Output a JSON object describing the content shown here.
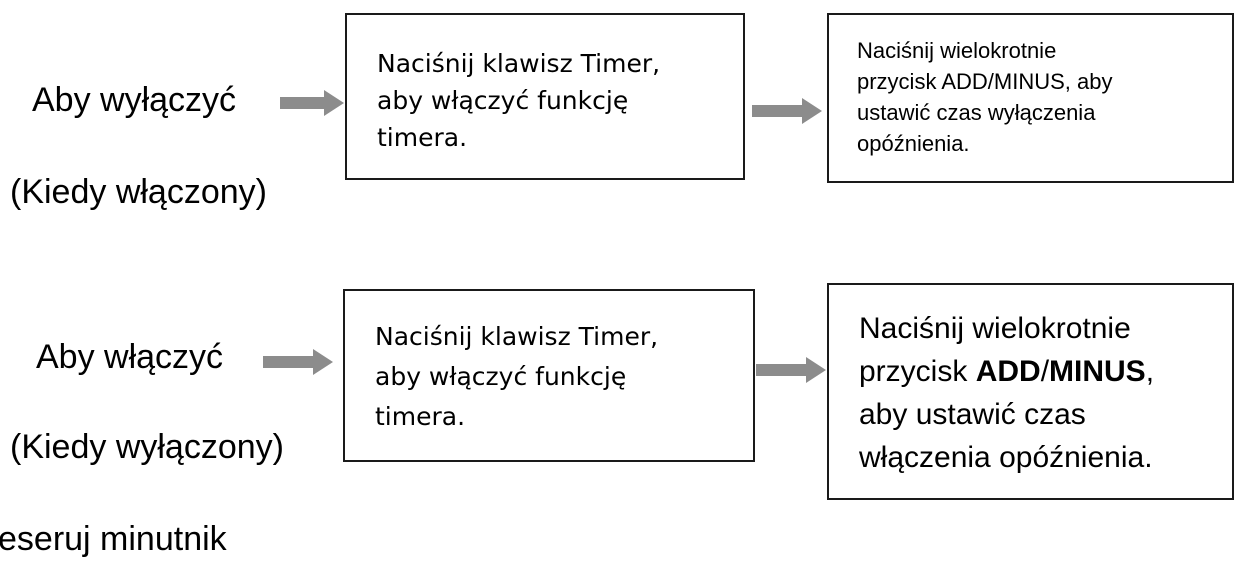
{
  "colors": {
    "arrow": "#8c8c8c",
    "box_border": "#1a1a1a",
    "text": "#000000",
    "background": "#ffffff"
  },
  "row_off": {
    "label_main": "Aby wyłączyć",
    "label_sub": "(Kiedy włączony)",
    "step1": {
      "line1": "Naciśnij klawisz Timer,",
      "line2": "aby włączyć funkcję",
      "line3": "timera."
    },
    "step2": {
      "line1": "Naciśnij wielokrotnie",
      "line2": "przycisk ADD/MINUS, aby",
      "line3": "ustawić czas wyłączenia",
      "line4": "opóźnienia."
    }
  },
  "row_on": {
    "label_main": "Aby włączyć",
    "label_sub": "(Kiedy wyłączony)",
    "step1": {
      "line1": "Naciśnij klawisz Timer,",
      "line2": "aby włączyć funkcję",
      "line3": "timera."
    },
    "step2": {
      "line1": "Naciśnij wielokrotnie",
      "line2_pre": "przycisk ",
      "line2_add": "ADD",
      "line2_slash": "/",
      "line2_minus": "MINUS",
      "line2_post": ",",
      "line3": "aby ustawić czas",
      "line4": "włączenia opóźnienia."
    }
  },
  "footer_text": "eseruj minutnik"
}
